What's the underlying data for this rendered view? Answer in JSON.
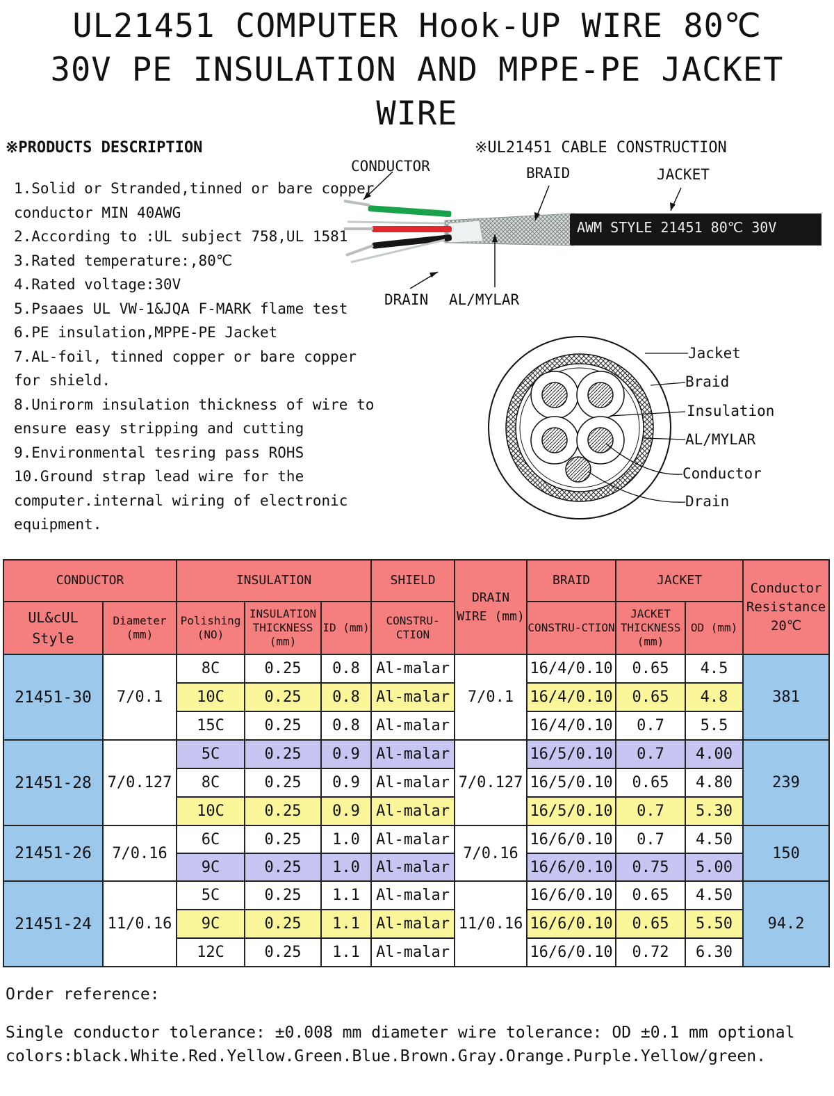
{
  "title": {
    "line1": "UL21451 COMPUTER Hook-UP WIRE 80℃",
    "line2": "30V PE INSULATION AND MPPE-PE JACKET",
    "line3": "WIRE"
  },
  "products_heading": "※PRODUCTS DESCRIPTION",
  "construction_heading": "※UL21451 CABLE CONSTRUCTION",
  "description": [
    "1.Solid or Stranded,tinned or bare copper conductor MIN 40AWG",
    "2.According to :UL subject 758,UL 1581",
    "3.Rated temperature:,80℃",
    "4.Rated voltage:30V",
    "5.Psaaes UL VW-1&JQA F-MARK flame test",
    "6.PE insulation,MPPE-PE Jacket",
    "7.AL-foil, tinned copper or bare copper for shield.",
    "8.Unirorm insulation thickness of wire to ensure easy stripping and cutting",
    "9.Environmental tesring pass ROHS",
    "10.Ground strap lead wire for the computer.internal wiring of electronic equipment."
  ],
  "cable_labels": {
    "conductor": "CONDUCTOR",
    "braid": "BRAID",
    "jacket": "JACKET",
    "drain": "DRAIN",
    "almylar": "AL/MYLAR",
    "jacket_print": "AWM STYLE 21451 80℃ 30V"
  },
  "cross_section_labels": {
    "jacket": "Jacket",
    "braid": "Braid",
    "insulation": "Insulation",
    "almylar": "AL/MYLAR",
    "conductor": "Conductor",
    "drain": "Drain"
  },
  "table": {
    "headers": {
      "conductor": "CONDUCTOR",
      "insulation": "INSULATION",
      "shield": "SHIELD",
      "drain_wire": "DRAIN WIRE (mm)",
      "braid": "BRAID",
      "jacket": "JACKET",
      "resistance": "Conductor Resistance 20℃",
      "ul_style": "UL&cUL Style",
      "diameter": "Diameter (mm)",
      "polishing": "Polishing (NO)",
      "insulation_thickness": "INSULATION THICKNESS (mm)",
      "id": "ID (mm)",
      "shield_construction": "CONSTRU-CTION",
      "braid_construction": "CONSTRU-CTION",
      "jacket_thickness": "JACKET THICKNESS (mm)",
      "od": "OD (mm)"
    },
    "groups": [
      {
        "style": "21451-30",
        "diameter": "7/0.1",
        "drain": "7/0.1",
        "resistance": "381",
        "rows": [
          {
            "polishing": "8C",
            "thickness": "0.25",
            "id": "0.8",
            "shield": "Al-malar",
            "braid": "16/4/0.10",
            "jacket": "0.65",
            "od": "4.5",
            "color": "white"
          },
          {
            "polishing": "10C",
            "thickness": "0.25",
            "id": "0.8",
            "shield": "Al-malar",
            "braid": "16/4/0.10",
            "jacket": "0.65",
            "od": "4.8",
            "color": "yellow"
          },
          {
            "polishing": "15C",
            "thickness": "0.25",
            "id": "0.8",
            "shield": "Al-malar",
            "braid": "16/4/0.10",
            "jacket": "0.7",
            "od": "5.5",
            "color": "white"
          }
        ]
      },
      {
        "style": "21451-28",
        "diameter": "7/0.127",
        "drain": "7/0.127",
        "resistance": "239",
        "rows": [
          {
            "polishing": "5C",
            "thickness": "0.25",
            "id": "0.9",
            "shield": "Al-malar",
            "braid": "16/5/0.10",
            "jacket": "0.7",
            "od": "4.00",
            "color": "lavender"
          },
          {
            "polishing": "8C",
            "thickness": "0.25",
            "id": "0.9",
            "shield": "Al-malar",
            "braid": "16/5/0.10",
            "jacket": "0.65",
            "od": "4.80",
            "color": "white"
          },
          {
            "polishing": "10C",
            "thickness": "0.25",
            "id": "0.9",
            "shield": "Al-malar",
            "braid": "16/5/0.10",
            "jacket": "0.7",
            "od": "5.30",
            "color": "yellow"
          }
        ]
      },
      {
        "style": "21451-26",
        "diameter": "7/0.16",
        "drain": "7/0.16",
        "resistance": "150",
        "rows": [
          {
            "polishing": "6C",
            "thickness": "0.25",
            "id": "1.0",
            "shield": "Al-malar",
            "braid": "16/6/0.10",
            "jacket": "0.7",
            "od": "4.50",
            "color": "white"
          },
          {
            "polishing": "9C",
            "thickness": "0.25",
            "id": "1.0",
            "shield": "Al-malar",
            "braid": "16/6/0.10",
            "jacket": "0.75",
            "od": "5.00",
            "color": "lavender"
          }
        ]
      },
      {
        "style": "21451-24",
        "diameter": "11/0.16",
        "drain": "11/0.16",
        "resistance": "94.2",
        "rows": [
          {
            "polishing": "5C",
            "thickness": "0.25",
            "id": "1.1",
            "shield": "Al-malar",
            "braid": "16/6/0.10",
            "jacket": "0.65",
            "od": "4.50",
            "color": "white"
          },
          {
            "polishing": "9C",
            "thickness": "0.25",
            "id": "1.1",
            "shield": "Al-malar",
            "braid": "16/6/0.10",
            "jacket": "0.65",
            "od": "5.50",
            "color": "yellow"
          },
          {
            "polishing": "12C",
            "thickness": "0.25",
            "id": "1.1",
            "shield": "Al-malar",
            "braid": "16/6/0.10",
            "jacket": "0.72",
            "od": "6.30",
            "color": "white"
          }
        ]
      }
    ]
  },
  "footer": {
    "order_reference": "Order reference:",
    "tolerance": "Single conductor tolerance: ±0.008 mm  diameter wire tolerance: OD ±0.1 mm optional",
    "colors": "colors:black.White.Red.Yellow.Green.Blue.Brown.Gray.Orange.Purple.Yellow/green."
  },
  "colors": {
    "header_red": "#f57f7f",
    "style_blue": "#9cc8ec",
    "row_yellow": "#fcf69a",
    "row_lavender": "#c7c6f3"
  }
}
